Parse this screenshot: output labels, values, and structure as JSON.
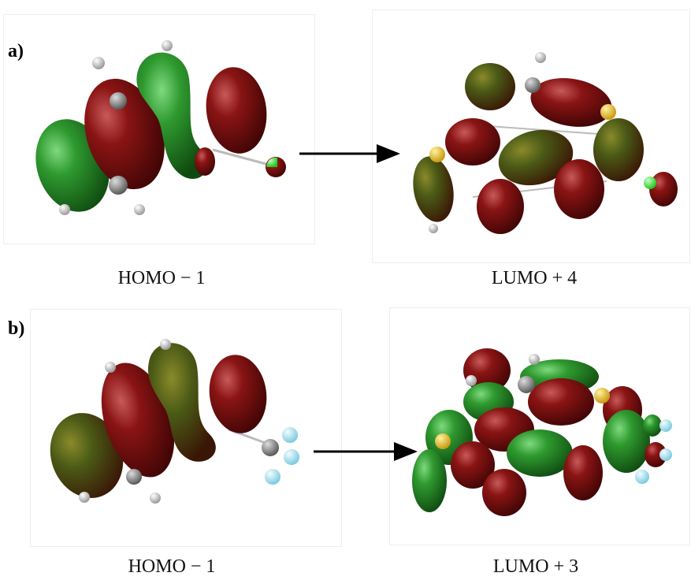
{
  "panels": [
    {
      "letter": "a)",
      "left_caption": "HOMO − 1",
      "right_caption": "LUMO + 4"
    },
    {
      "letter": "b)",
      "left_caption": "HOMO − 1",
      "right_caption": "LUMO + 3"
    }
  ],
  "colors": {
    "phase_positive": "#2f8a2f",
    "phase_negative": "#7a1212",
    "carbon": "#9a9a9a",
    "hydrogen": "#e8e8e8",
    "sulfur": "#e6c02e",
    "chlorine": "#3de83d",
    "fluorine": "#a8e4f0",
    "arrow": "#000000"
  }
}
